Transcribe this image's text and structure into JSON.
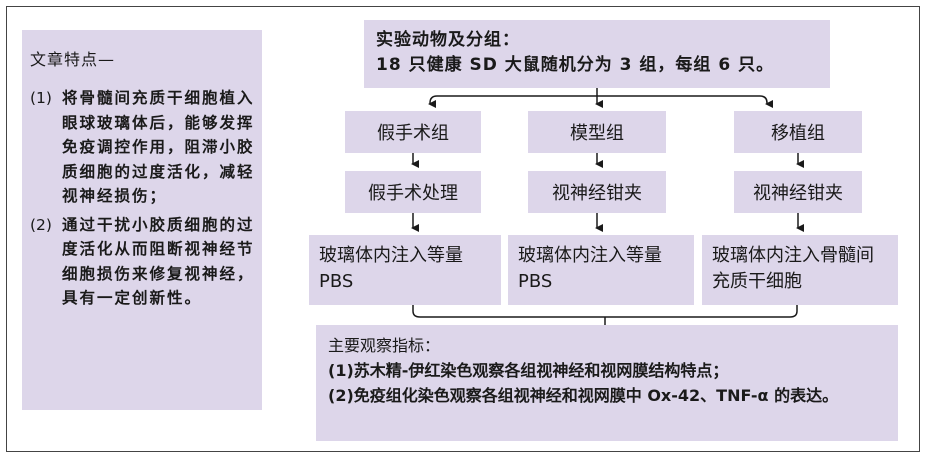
{
  "sidebar": {
    "title": "文章特点—",
    "items": [
      {
        "num": "(1)",
        "text": "将骨髓间充质干细胞植入眼球玻璃体后，能够发挥免疫调控作用，阻滞小胶质细胞的过度活化，减轻视神经损伤；"
      },
      {
        "num": "(2)",
        "text": "通过干扰小胶质细胞的过度活化从而阻断视神经节细胞损伤来修复视神经，具有一定创新性。"
      }
    ]
  },
  "top": {
    "line1": "实验动物及分组：",
    "line2": "18 只健康 SD 大鼠随机分为 3 组，每组 6 只。"
  },
  "groups": [
    {
      "name": "假手术组",
      "procedure": "假手术处理",
      "injection": "玻璃体内注入等量 PBS"
    },
    {
      "name": "模型组",
      "procedure": "视神经钳夹",
      "injection": "玻璃体内注入等量 PBS"
    },
    {
      "name": "移植组",
      "procedure": "视神经钳夹",
      "injection": "玻璃体内注入骨髓间充质干细胞"
    }
  ],
  "observation": {
    "title": "主要观察指标：",
    "items": [
      "(1)苏木精-伊红染色观察各组视神经和视网膜结构特点；",
      "(2)免疫组化染色观察各组视神经和视网膜中 Ox-42、TNF-α 的表达。"
    ]
  },
  "colors": {
    "box": "#ddd6ea",
    "line": "#1a1a1a",
    "frame": "#444444"
  }
}
